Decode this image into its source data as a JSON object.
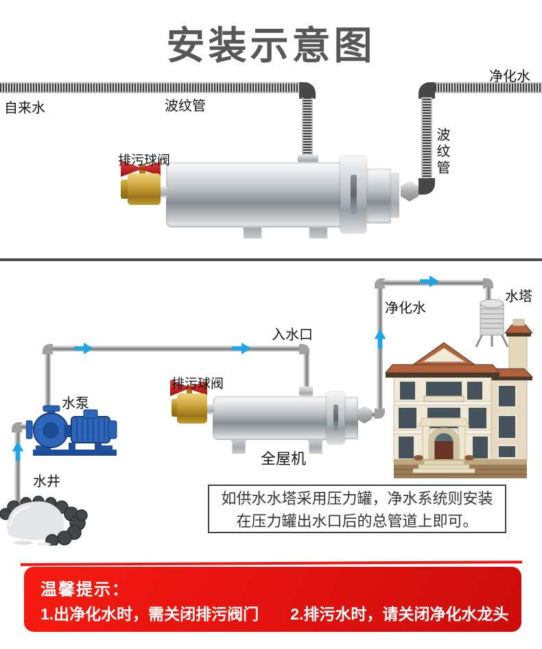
{
  "title": "安装示意图",
  "colors": {
    "arrow_blue": "#1ca6e8",
    "banner_red": "#e51310",
    "divider_gray": "#4a4a4a",
    "pump_blue": "#2e66bb",
    "brass_gold": "#cda43c",
    "valve_handle_red": "#c3272b"
  },
  "upper": {
    "labels": {
      "tap_water": "自来水",
      "corrugated_pipe_h": "波纹管",
      "purified_water": "净化水",
      "corrugated_pipe_v": "波纹管",
      "drain_valve": "排污球阀"
    }
  },
  "lower": {
    "labels": {
      "pump": "水泵",
      "well": "水井",
      "drain_valve": "排污球阀",
      "inlet": "入水口",
      "purified_water": "净化水",
      "water_tower": "水塔",
      "whole_house_unit": "全屋机"
    },
    "note": {
      "line1": "如供水水塔采用压力罐，净水系统则安装",
      "line2": "在压力罐出水口后的总管道上即可。"
    }
  },
  "banner": {
    "title": "温馨提示：",
    "tip1": "1.出净化水时，需关闭排污阀门",
    "tip2": "2.排污水时，请关闭净化水龙头"
  }
}
